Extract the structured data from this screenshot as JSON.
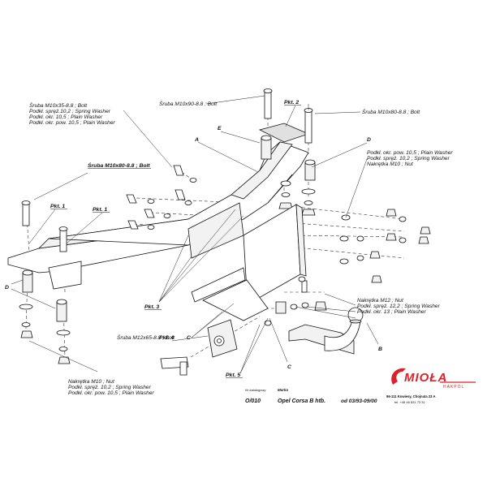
{
  "labels": {
    "bolt_m10x35": "Śruba M10x35-8.8 ;  Bolt",
    "spring_washer_10_2_a": "Podkł. spręż.10,2 ; Spring Washer",
    "plain_washer_10_5_a": "Podkł. okr. 10,5 ; Plain Washer",
    "plain_washer_pow_10_5_a": "Podkł. okr. pow. 10,5 ; Plain Washer",
    "bolt_m10x90": "Śruba M10x90-8.8 ;  Bolt",
    "pkt2": "Pkt. 2",
    "bolt_m10x80_right": "Śruba M10x80-8.8 ;  Bolt",
    "letter_a": "A",
    "letter_e": "E",
    "letter_d_right": "D",
    "plain_washer_pow_10_5_b": "Podkł. okr. pow. 10,5 ; Plain Washer",
    "spring_washer_10_2_b": "Podkł. spręż. 10,2 ; Spring Washer",
    "nut_m10_a": "Nakrętka  M10 ; Nut",
    "bolt_m10x80_left": "Śruba M10x80-8.8 ;  Bolt",
    "pkt1_a": "Pkt. 1",
    "pkt1_b": "Pkt. 1",
    "letter_d_left": "D",
    "pkt3": "Pkt. 3",
    "nut_m12": "Nakrętka  M12 ; Nut",
    "spring_washer_12_2": "Podkł. spręż. 12,2 ; Spring Washer",
    "plain_washer_13": "Podkł. okr. 13 ; Plain Washer",
    "bolt_m12x65": "Śruba M12x65-8.8 ;  Bolt",
    "pkt4": "Pkt. 4",
    "letter_c_left": "C",
    "letter_c_right": "C",
    "letter_b": "B",
    "pkt5": "Pkt. 5",
    "nut_m10_b": "Nakrętka  M10 ; Nut",
    "spring_washer_10_2_c": "Podkł. spręż. 10,2 ; Spring Washer",
    "plain_washer_pow_10_5_c": "Podkł. okr. pow. 10,5 ; Plain Washer"
  },
  "footer": {
    "catalog_caption": "Nr katalogowy",
    "brand_caption": "Marka",
    "catalog_number": "O/010",
    "car_model": "Opel Corsa B htb.",
    "production_years": "od  03/93-09/00"
  },
  "logo": {
    "brand_name": "MIOŁA",
    "sub_name": "HAKPOL",
    "address": "96-111 Kowiesy, Chojnata 23 A",
    "phone": "tel. +48 46 831 73 31",
    "brand_color": "#d8232a"
  }
}
